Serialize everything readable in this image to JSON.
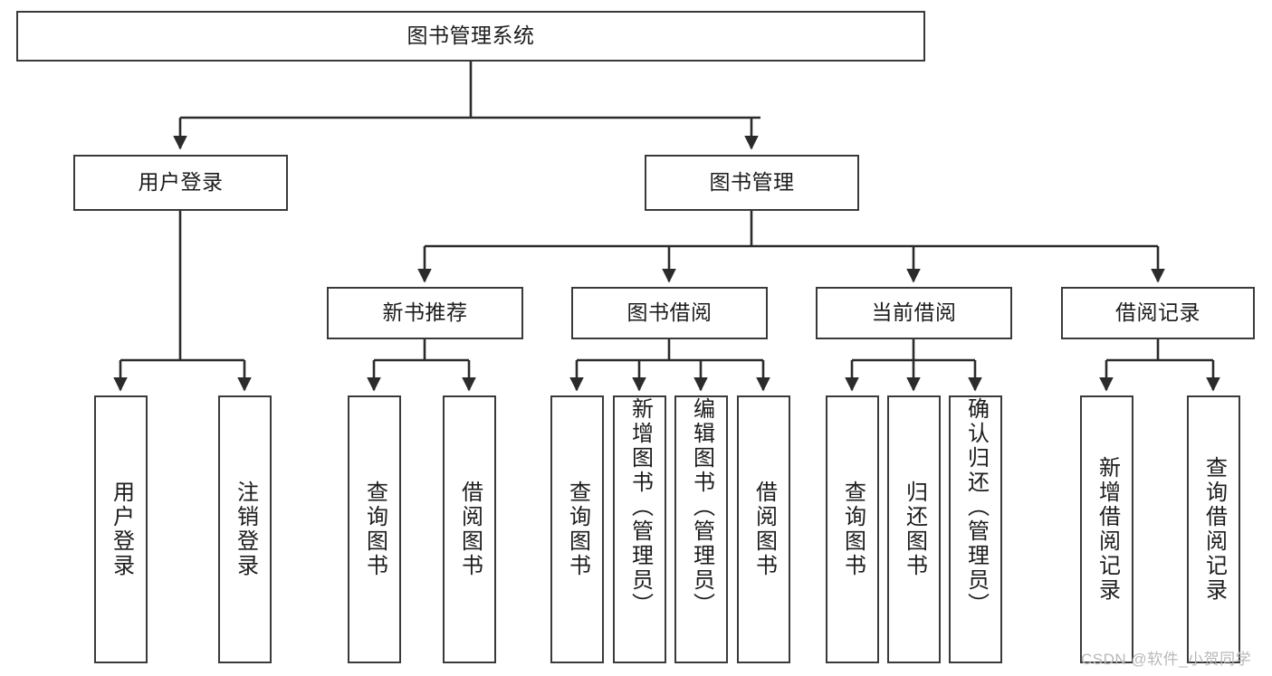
{
  "diagram": {
    "type": "hierarchy-tree",
    "title": "图书管理系统",
    "watermark": "CSDN @软件_小贺同学",
    "colors": {
      "box_border": "#3a3a3a",
      "box_fill": "#ffffff",
      "line": "#2b2b2b",
      "text": "#1c1c1c",
      "watermark": "#b8b8b8",
      "background": "#ffffff"
    },
    "nodes": {
      "root": {
        "label": "图书管理系统"
      },
      "level2": [
        {
          "label": "用户登录"
        },
        {
          "label": "图书管理"
        }
      ],
      "level3": [
        {
          "label": "新书推荐"
        },
        {
          "label": "图书借阅"
        },
        {
          "label": "当前借阅"
        },
        {
          "label": "借阅记录"
        }
      ],
      "leaves": {
        "user_login": [
          {
            "label": "用户登录"
          },
          {
            "label": "注销登录"
          }
        ],
        "new_book_recommend": [
          {
            "label": "查询图书"
          },
          {
            "label": "借阅图书"
          }
        ],
        "book_borrow": [
          {
            "label": "查询图书"
          },
          {
            "label": "新增图书（管理员）"
          },
          {
            "label": "编辑图书（管理员）"
          },
          {
            "label": "借阅图书"
          }
        ],
        "current_borrow": [
          {
            "label": "查询图书"
          },
          {
            "label": "归还图书"
          },
          {
            "label": "确认归还（管理员）"
          }
        ],
        "borrow_record": [
          {
            "label": "新增借阅记录"
          },
          {
            "label": "查询借阅记录"
          }
        ]
      }
    }
  }
}
